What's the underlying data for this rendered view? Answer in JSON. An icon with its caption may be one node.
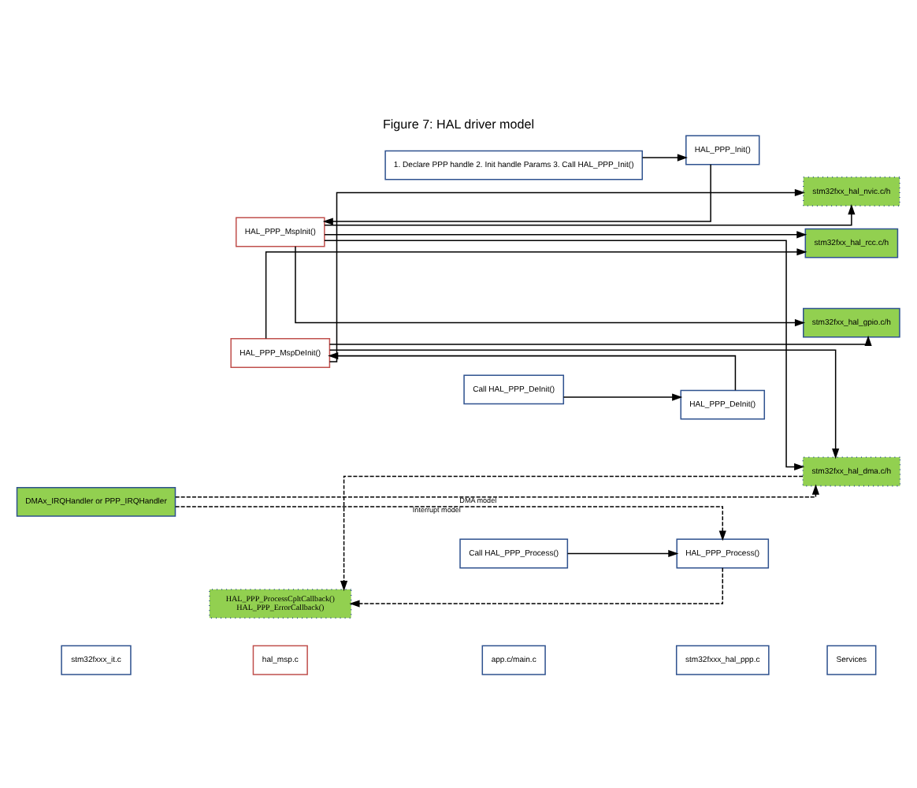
{
  "diagram": {
    "title": "Figure 7: HAL driver model",
    "nodes": [
      {
        "text": [
          "stm32fxxx_it.c"
        ]
      },
      {
        "text": [
          "hal_msp.c"
        ]
      },
      {
        "text": [
          "app.c/main.c"
        ]
      },
      {
        "text": [
          "stm32fxxx_hal_ppp.c"
        ]
      },
      {
        "text": [
          "Services"
        ]
      },
      {
        "text": [
          "DMAx_IRQHandler or PPP_IRQHandler"
        ]
      },
      {
        "text": [
          "1. Declare PPP handle 2. Init handle Params 3. Call HAL_PPP_Init()"
        ]
      },
      {
        "text": [
          "HAL_PPP_Init()"
        ]
      },
      {
        "text": [
          "stm32fxx_hal_gpio.c/h"
        ]
      },
      {
        "text": [
          "stm32fxx_hal_rcc.c/h"
        ]
      },
      {
        "text": [
          "HAL_PPP_MspInit()"
        ]
      },
      {
        "text": [
          "stm32fxx_hal_nvic.c/h"
        ]
      },
      {
        "text": [
          "stm32fxx_hal_dma.c/h"
        ]
      },
      {
        "text": [
          "Call HAL_PPP_Process()"
        ]
      },
      {
        "text": [
          "HAL_PPP_Process()"
        ]
      },
      {
        "text": [
          "HAL_PPP_ProcessCpltCallback()",
          "HAL_PPP_ErrorCallback()"
        ]
      },
      {
        "text": [
          "Call HAL_PPP_DeInit()"
        ]
      },
      {
        "text": [
          "HAL_PPP_DeInit()"
        ]
      },
      {
        "text": [
          "HAL_PPP_MspDeInit()"
        ]
      }
    ],
    "edges": [
      {
        "from": 6,
        "to": 7,
        "arrow": "to"
      },
      {
        "from": 7,
        "to": 10,
        "arrow": "to"
      },
      {
        "from": 10,
        "to": 8,
        "arrow": "to"
      },
      {
        "from": 10,
        "to": 9,
        "arrow": "to"
      },
      {
        "from": 10,
        "to": 11,
        "arrow": "to"
      },
      {
        "from": 10,
        "to": 12,
        "arrow": "to"
      },
      {
        "from": 13,
        "to": 14,
        "arrow": "to"
      },
      {
        "from": 5,
        "to": 14,
        "arrow": "to",
        "style": "dashed",
        "label": "Interrupt model"
      },
      {
        "from": 5,
        "to": 12,
        "arrow": "to",
        "style": "dashed",
        "label": "DMA model"
      },
      {
        "from": 14,
        "to": 15,
        "arrow": "to",
        "style": "dashed"
      },
      {
        "from": 12,
        "to": 15,
        "arrow": "to",
        "style": "dashed"
      },
      {
        "from": 16,
        "to": 17,
        "arrow": "to"
      },
      {
        "from": 17,
        "to": 18,
        "arrow": "to"
      },
      {
        "from": 18,
        "to": 8,
        "arrow": "to"
      },
      {
        "from": 18,
        "to": 9,
        "arrow": "to"
      },
      {
        "from": 18,
        "to": 11,
        "arrow": "to"
      },
      {
        "from": 18,
        "to": 12,
        "arrow": "to"
      }
    ]
  }
}
